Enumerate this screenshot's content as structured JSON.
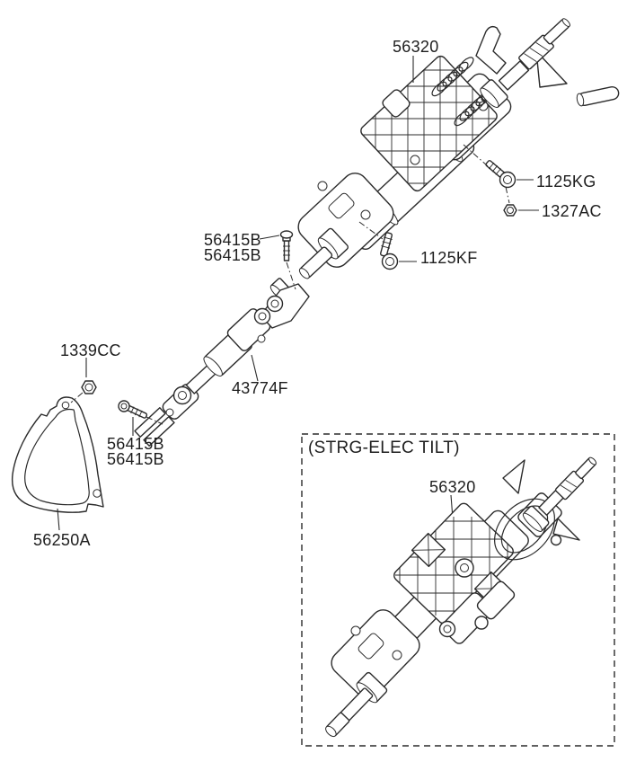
{
  "diagram": {
    "type": "exploded-parts-diagram",
    "subject": "steering column and shaft",
    "colors": {
      "line": "#2b2b2b",
      "background": "#ffffff",
      "text": "#1e1e1e"
    },
    "labels": {
      "main_col": "56320",
      "bolt_kg": "1125KG",
      "nut_ac": "1327AC",
      "screw_up1": "56415B",
      "screw_up2": "56415B",
      "bolt_kf": "1125KF",
      "nut_cc": "1339CC",
      "int_shaft": "43774F",
      "screw_lo1": "56415B",
      "screw_lo2": "56415B",
      "cover": "56250A",
      "inset_caption": "(STRG-ELEC TILT)",
      "inset_col": "56320"
    }
  }
}
